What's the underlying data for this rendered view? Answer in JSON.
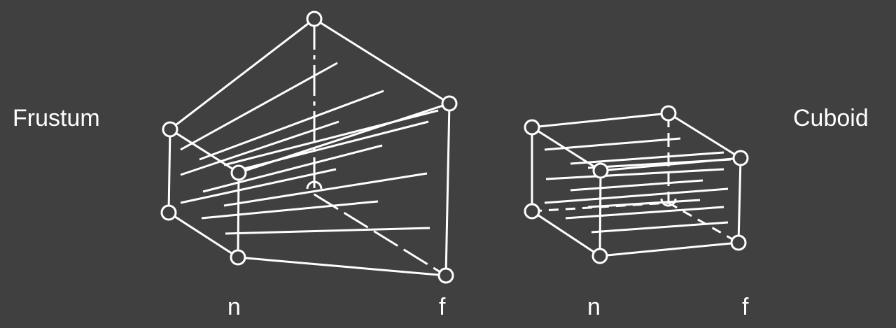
{
  "labels": {
    "frustum": "Frustum",
    "cuboid": "Cuboid",
    "frustum_near": "n",
    "frustum_far": "f",
    "cuboid_near": "n",
    "cuboid_far": "f"
  },
  "colors": {
    "background": "#404040",
    "stroke": "#ffffff"
  }
}
